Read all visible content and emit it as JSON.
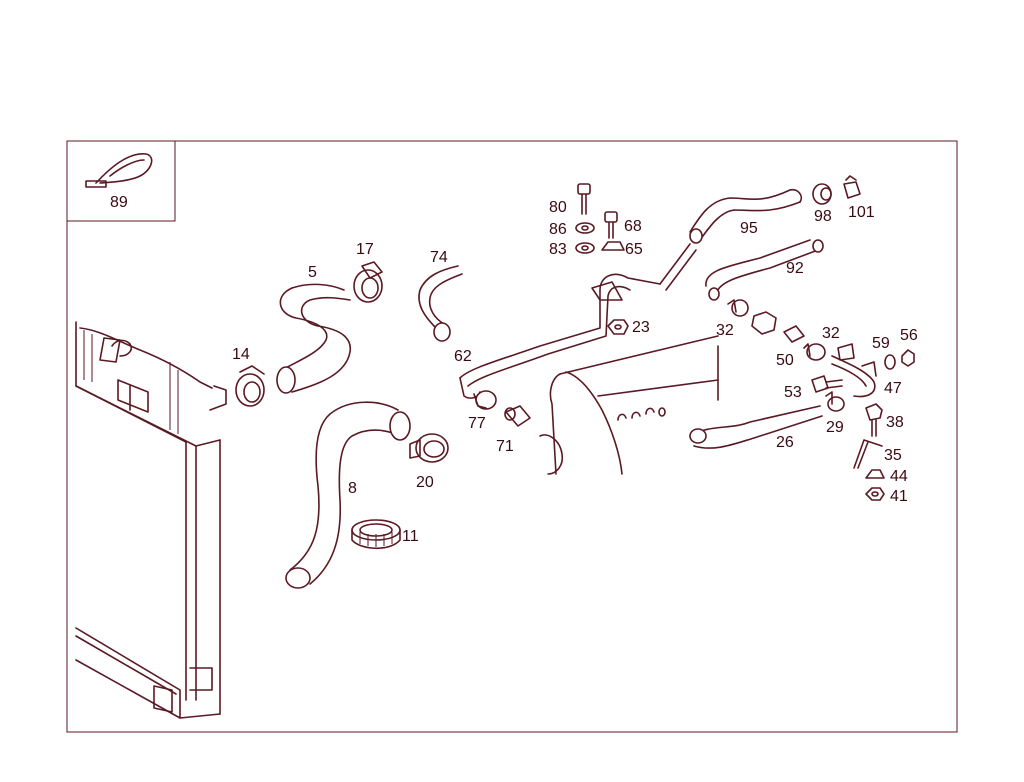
{
  "diagram": {
    "line_color": "#5a1a24",
    "text_color": "#3a0a12",
    "background": "#ffffff",
    "inset_label": "89",
    "callouts": [
      "5",
      "17",
      "74",
      "14",
      "62",
      "80",
      "86",
      "83",
      "68",
      "65",
      "95",
      "98",
      "101",
      "92",
      "23",
      "32",
      "32",
      "50",
      "59",
      "56",
      "53",
      "47",
      "77",
      "71",
      "20",
      "8",
      "11",
      "29",
      "38",
      "26",
      "35",
      "44",
      "41"
    ]
  }
}
